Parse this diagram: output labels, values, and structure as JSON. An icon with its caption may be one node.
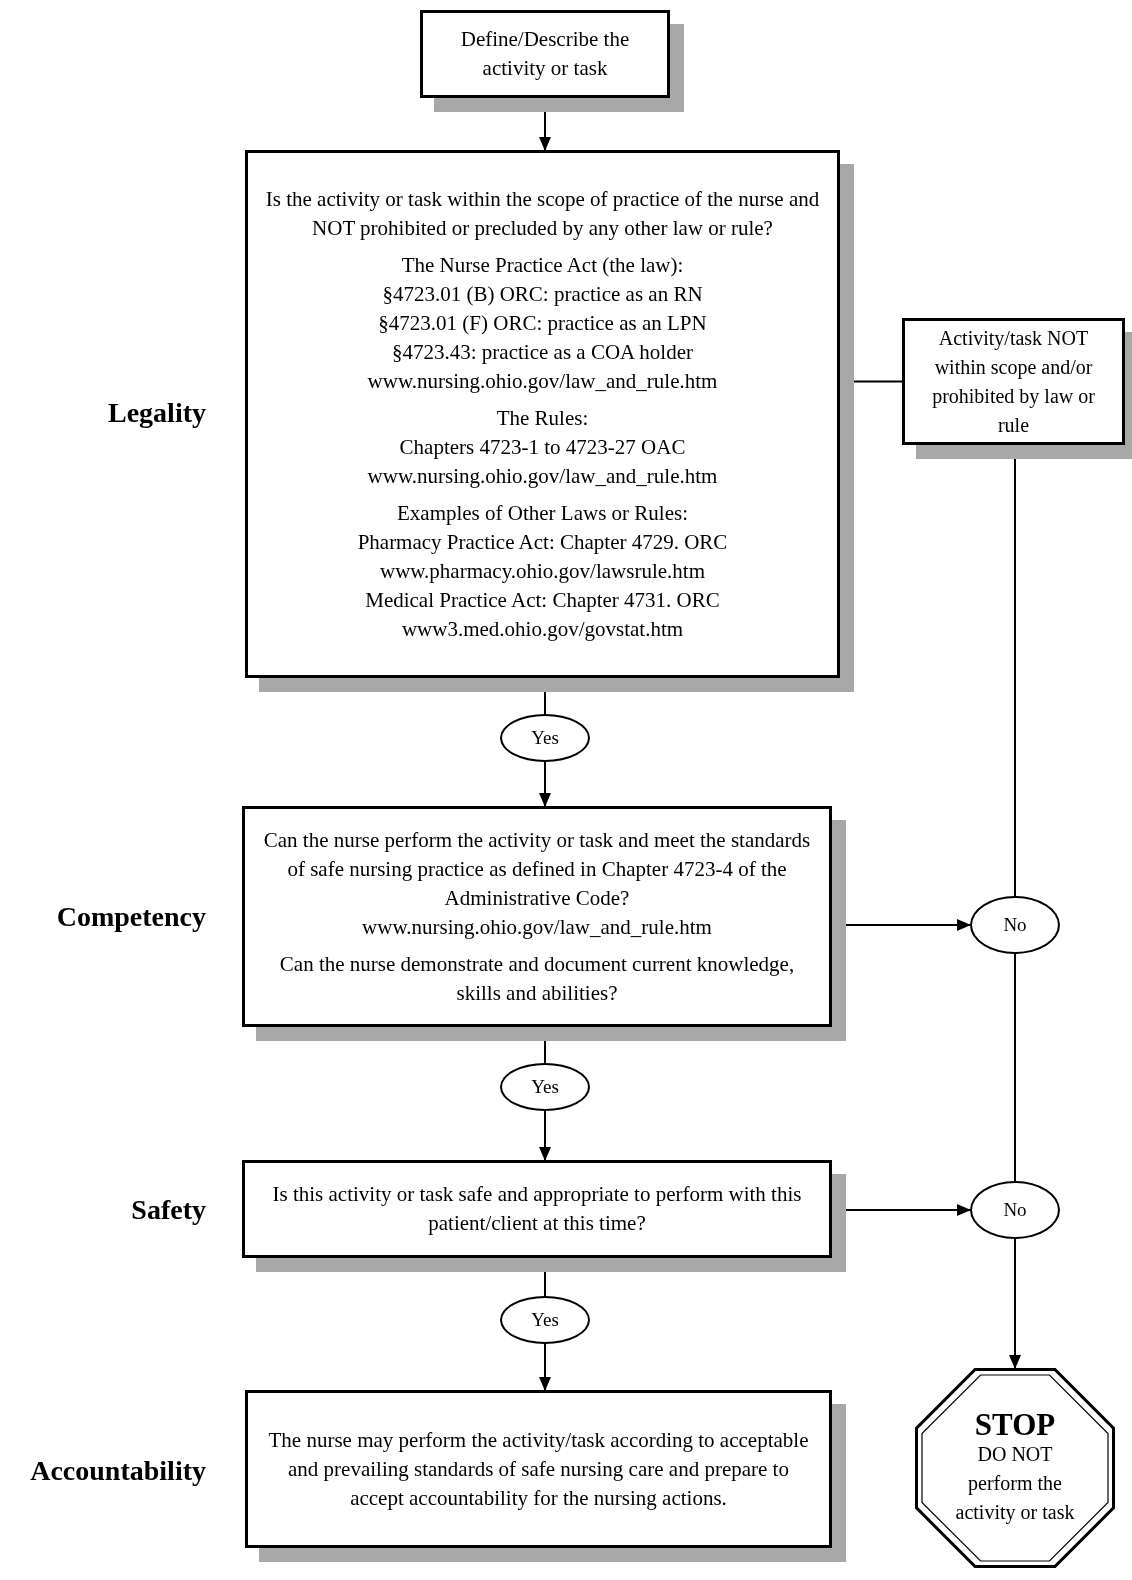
{
  "diagram": {
    "nodes": [
      {
        "text": [
          "Define/Describe the activity or task"
        ]
      },
      {
        "text": [
          "Is the activity or task within the scope of practice of the nurse and NOT prohibited or precluded by any other law or rule?",
          "The Nurse Practice Act (the law):",
          "§4723.01 (B) ORC: practice as an RN",
          "§4723.01 (F) ORC: practice as an LPN",
          "§4723.43: practice as a COA holder",
          "www.nursing.ohio.gov/law_and_rule.htm",
          "The Rules:",
          "Chapters 4723-1 to 4723-27 OAC",
          "www.nursing.ohio.gov/law_and_rule.htm",
          "Examples of Other Laws or Rules:",
          "Pharmacy Practice Act: Chapter 4729. ORC",
          "www.pharmacy.ohio.gov/lawsrule.htm",
          "Medical Practice Act: Chapter 4731. ORC",
          "www3.med.ohio.gov/govstat.htm"
        ]
      },
      {
        "text": [
          "Yes"
        ]
      },
      {
        "text": [
          "Can the nurse perform the activity or task and meet the standards of safe nursing practice as defined in Chapter 4723-4 of the Administrative Code?",
          "www.nursing.ohio.gov/law_and_rule.htm",
          "Can the nurse demonstrate and document current knowledge, skills and abilities?"
        ]
      },
      {
        "text": [
          "Yes"
        ]
      },
      {
        "text": [
          "Is this activity or task safe and appropriate to perform with this patient/client at this time?"
        ]
      },
      {
        "text": [
          "Yes"
        ]
      },
      {
        "text": [
          "The nurse may perform the activity/task according to acceptable and prevailing standards of safe nursing care and prepare to accept accountability for the nursing actions."
        ]
      },
      {
        "text": [
          "Activity/task NOT within scope and/or prohibited by law or rule"
        ]
      },
      {
        "text": [
          "No"
        ]
      },
      {
        "text": [
          "No"
        ]
      },
      {
        "text": [
          "STOP",
          "DO NOT perform the activity or task"
        ]
      }
    ],
    "edges": [
      {
        "from": 0,
        "to": 1,
        "arrow": "to"
      },
      {
        "from": 1,
        "to": 2,
        "arrow": "none"
      },
      {
        "from": 2,
        "to": 3,
        "arrow": "to"
      },
      {
        "from": 3,
        "to": 4,
        "arrow": "none"
      },
      {
        "from": 4,
        "to": 5,
        "arrow": "to"
      },
      {
        "from": 5,
        "to": 6,
        "arrow": "none"
      },
      {
        "from": 6,
        "to": 7,
        "arrow": "to"
      },
      {
        "from": 1,
        "to": 8,
        "arrow": "none"
      },
      {
        "from": 8,
        "to": 9,
        "arrow": "none"
      },
      {
        "from": 3,
        "to": 9,
        "arrow": "to"
      },
      {
        "from": 9,
        "to": 10,
        "arrow": "none"
      },
      {
        "from": 5,
        "to": 10,
        "arrow": "to"
      },
      {
        "from": 10,
        "to": 11,
        "arrow": "to"
      }
    ],
    "labels": [
      "Legality",
      "Competency",
      "Safety",
      "Accountability"
    ]
  }
}
